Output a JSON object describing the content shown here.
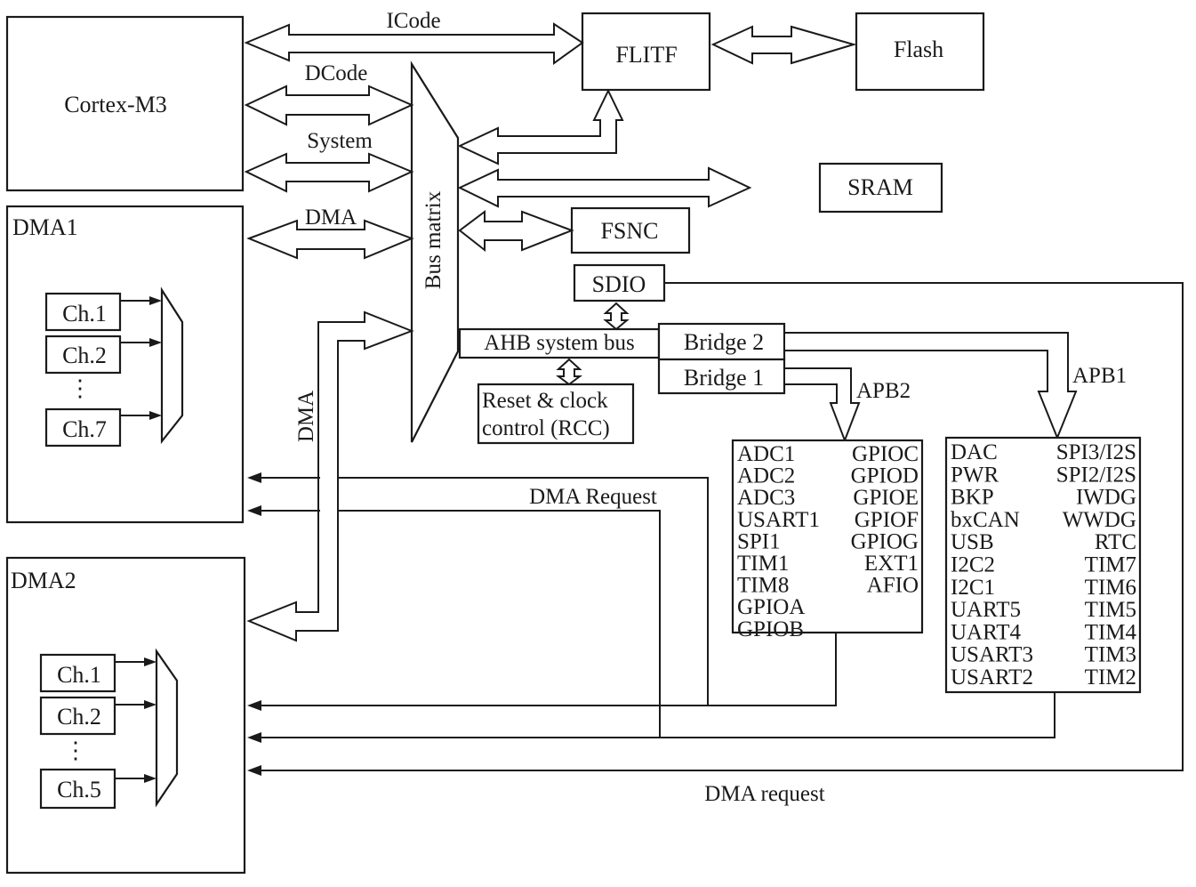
{
  "title": "STM32 system architecture block diagram",
  "blocks": {
    "cortex": "Cortex-M3",
    "flitf": "FLITF",
    "flash": "Flash",
    "sram": "SRAM",
    "fsnc": "FSNC",
    "sdio": "SDIO",
    "bus_matrix": "Bus matrix",
    "ahb": "AHB system bus",
    "bridge2": "Bridge 2",
    "bridge1": "Bridge 1",
    "rcc_line1": "Reset & clock",
    "rcc_line2": "control (RCC)",
    "dma1": {
      "label": "DMA1",
      "channels": [
        "Ch.1",
        "Ch.2",
        "Ch.7"
      ],
      "ellipsis": "⋮"
    },
    "dma2": {
      "label": "DMA2",
      "channels": [
        "Ch.1",
        "Ch.2",
        "Ch.5"
      ],
      "ellipsis": "⋮"
    }
  },
  "bus_labels": {
    "icode": "ICode",
    "dcode": "DCode",
    "system": "System",
    "dma": "DMA",
    "dma_vertical": "DMA",
    "apb2": "APB2",
    "apb1": "APB1",
    "dma_request_upper": "DMA Request",
    "dma_request_lower": "DMA request"
  },
  "apb2_peripherals": {
    "left": [
      "ADC1",
      "ADC2",
      "ADC3",
      "USART1",
      "SPI1",
      "TIM1",
      "TIM8",
      "GPIOA",
      "GPIOB"
    ],
    "right": [
      "GPIOC",
      "GPIOD",
      "GPIOE",
      "GPIOF",
      "GPIOG",
      "EXT1",
      "AFIO"
    ]
  },
  "apb1_peripherals": {
    "left": [
      "DAC",
      "PWR",
      "BKP",
      "bxCAN",
      "USB",
      "I2C2",
      "I2C1",
      "UART5",
      "UART4",
      "USART3",
      "USART2"
    ],
    "right": [
      "SPI3/I2S",
      "SPI2/I2S",
      "IWDG",
      "WWDG",
      "RTC",
      "TIM7",
      "TIM6",
      "TIM5",
      "TIM4",
      "TIM3",
      "TIM2"
    ]
  }
}
